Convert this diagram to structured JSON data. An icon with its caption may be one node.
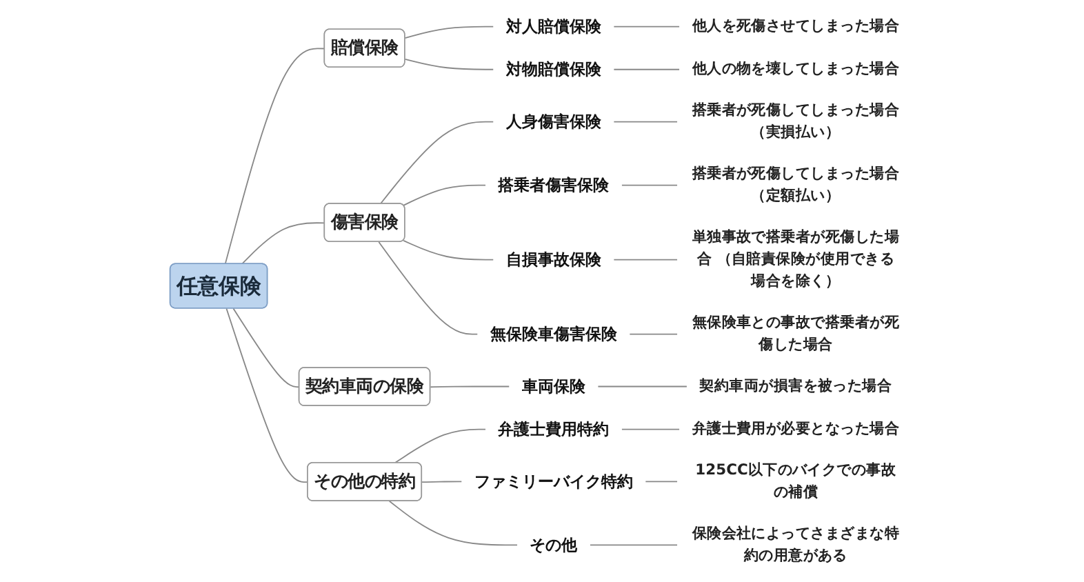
{
  "diagram": {
    "nodes": [
      {
        "text": [
          "任意保険"
        ]
      },
      {
        "text": [
          "賠償保険"
        ]
      },
      {
        "text": [
          "対人賠償保険"
        ]
      },
      {
        "text": [
          "他人を死傷させてしまった場合"
        ]
      },
      {
        "text": [
          "対物賠償保険"
        ]
      },
      {
        "text": [
          "他人の物を壊してしまった場合"
        ]
      },
      {
        "text": [
          "傷害保険"
        ]
      },
      {
        "text": [
          "人身傷害保険"
        ]
      },
      {
        "text": [
          "搭乗者が死傷してしまった場合（実損払い）"
        ]
      },
      {
        "text": [
          "搭乗者傷害保険"
        ]
      },
      {
        "text": [
          "搭乗者が死傷してしまった場合（定額払い）"
        ]
      },
      {
        "text": [
          "自損事故保険"
        ]
      },
      {
        "text": [
          "単独事故で搭乗者が死傷した場合 （自賠責保険が使用できる場合を除く）"
        ]
      },
      {
        "text": [
          "無保険車傷害保険"
        ]
      },
      {
        "text": [
          "無保険車との事故で搭乗者が死傷した場合"
        ]
      },
      {
        "text": [
          "契約車両の保険"
        ]
      },
      {
        "text": [
          "車両保険"
        ]
      },
      {
        "text": [
          "契約車両が損害を被った場合"
        ]
      },
      {
        "text": [
          "その他の特約"
        ]
      },
      {
        "text": [
          "弁護士費用特約"
        ]
      },
      {
        "text": [
          "弁護士費用が必要となった場合"
        ]
      },
      {
        "text": [
          "ファミリーバイク特約"
        ]
      },
      {
        "text": [
          "125CC以下のバイクでの事故の補償"
        ]
      },
      {
        "text": [
          "その他"
        ]
      },
      {
        "text": [
          "保険会社によってさまざまな特約の用意がある"
        ]
      }
    ],
    "edges": [
      {
        "from": 0,
        "to": 1,
        "arrow": "none"
      },
      {
        "from": 1,
        "to": 2,
        "arrow": "none"
      },
      {
        "from": 2,
        "to": 3,
        "arrow": "none"
      },
      {
        "from": 1,
        "to": 4,
        "arrow": "none"
      },
      {
        "from": 4,
        "to": 5,
        "arrow": "none"
      },
      {
        "from": 0,
        "to": 6,
        "arrow": "none"
      },
      {
        "from": 6,
        "to": 7,
        "arrow": "none"
      },
      {
        "from": 7,
        "to": 8,
        "arrow": "none"
      },
      {
        "from": 6,
        "to": 9,
        "arrow": "none"
      },
      {
        "from": 9,
        "to": 10,
        "arrow": "none"
      },
      {
        "from": 6,
        "to": 11,
        "arrow": "none"
      },
      {
        "from": 11,
        "to": 12,
        "arrow": "none"
      },
      {
        "from": 6,
        "to": 13,
        "arrow": "none"
      },
      {
        "from": 13,
        "to": 14,
        "arrow": "none"
      },
      {
        "from": 0,
        "to": 15,
        "arrow": "none"
      },
      {
        "from": 15,
        "to": 16,
        "arrow": "none"
      },
      {
        "from": 16,
        "to": 17,
        "arrow": "none"
      },
      {
        "from": 0,
        "to": 18,
        "arrow": "none"
      },
      {
        "from": 18,
        "to": 19,
        "arrow": "none"
      },
      {
        "from": 19,
        "to": 20,
        "arrow": "none"
      },
      {
        "from": 18,
        "to": 21,
        "arrow": "none"
      },
      {
        "from": 21,
        "to": 22,
        "arrow": "none"
      },
      {
        "from": 18,
        "to": 23,
        "arrow": "none"
      },
      {
        "from": 23,
        "to": 24,
        "arrow": "none"
      }
    ]
  }
}
